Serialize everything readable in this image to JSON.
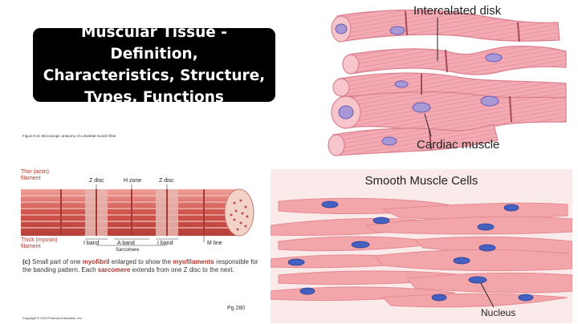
{
  "title": {
    "line1": "Muscular Tissue - Definition,",
    "line2": "Characteristics, Structure,",
    "line3": "Types, Functions"
  },
  "skeletal": {
    "figure_caption": "Figure 9.2c Microscopic anatomy of a skeletal muscle fiber.",
    "labels": {
      "thin_filament": "Thin (actin) filament",
      "thick_filament": "Thick (myosin) filament",
      "z_disc_1": "Z disc",
      "h_zone": "H zone",
      "z_disc_2": "Z disc",
      "i_band_1": "I band",
      "a_band": "A band",
      "i_band_2": "I band",
      "m_line": "M line",
      "sarcomere": "Sarcomere"
    },
    "caption": {
      "letter": "(c)",
      "part1": "Small part of one",
      "myofibril": "myofibril",
      "enlarged": "enlarged to show the",
      "myofilaments": "myofilaments",
      "part2": "responsible for the banding pattern. Each",
      "sarcomere": "sarcomere",
      "part3": "extends from one Z disc to the next."
    },
    "page": "Pg 280",
    "copyright": "Copyright © 2010 Pearson Education, Inc."
  },
  "cardiac": {
    "intercalated_disk": "Intercalated disk",
    "cardiac_muscle": "Cardiac muscle"
  },
  "smooth": {
    "title": "Smooth Muscle Cells",
    "nucleus": "Nucleus"
  },
  "colors": {
    "title_bg": "#000000",
    "muscle_pink": "#f2a3ad",
    "muscle_red": "#c94a43",
    "nucleus_purple": "#6b5bb0",
    "nucleus_blue": "#3d57b5",
    "smooth_bg": "#fbeaea"
  }
}
